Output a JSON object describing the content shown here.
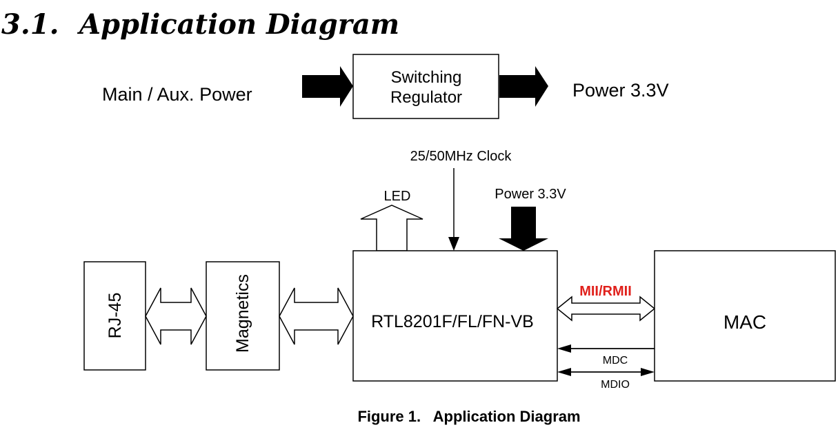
{
  "section": {
    "number": "3.1.",
    "title": "Application Diagram"
  },
  "power_row": {
    "input_label": "Main / Aux.  Power",
    "regulator_line1": "Switching",
    "regulator_line2": "Regulator",
    "output_label": "Power 3.3V"
  },
  "block_diagram": {
    "clock_label": "25/50MHz Clock",
    "led_label": "LED",
    "power_label": "Power 3.3V",
    "rj45_label": "RJ-45",
    "magnetics_label": "Magnetics",
    "phy_label": "RTL8201F/FL/FN-VB",
    "mac_label": "MAC",
    "mii_label": "MII/RMII",
    "mdc_label": "MDC",
    "mdio_label": "MDIO"
  },
  "caption": "Figure 1.   Application Diagram",
  "colors": {
    "line": "#000000",
    "highlight": "#e0201b",
    "background": "#ffffff"
  }
}
